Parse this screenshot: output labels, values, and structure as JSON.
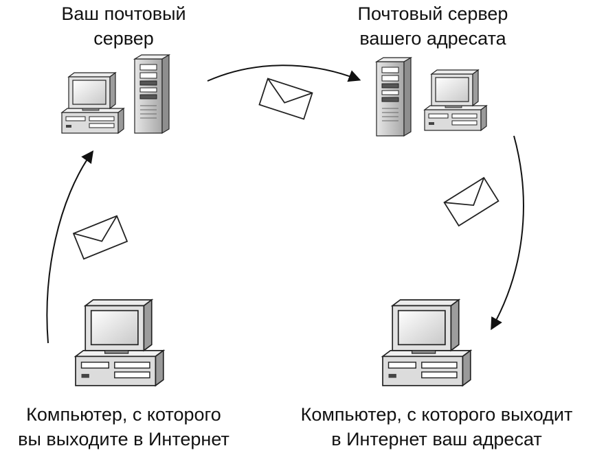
{
  "diagram": {
    "your_server_label": [
      "Ваш почтовый",
      "сервер"
    ],
    "recipient_server_label": [
      "Почтовый сервер",
      "вашего адресата"
    ],
    "your_computer_label": [
      "Компьютер, с которого",
      "вы выходите в Интернет"
    ],
    "recipient_computer_label": [
      "Компьютер, с которого выходит",
      "в Интернет ваш адресат"
    ],
    "nodes": [
      "your-server",
      "recipient-server",
      "your-computer",
      "recipient-computer"
    ],
    "flow": [
      {
        "from": "your-computer",
        "to": "your-server",
        "icon": "envelope-icon"
      },
      {
        "from": "your-server",
        "to": "recipient-server",
        "icon": "envelope-icon"
      },
      {
        "from": "recipient-server",
        "to": "recipient-computer",
        "icon": "envelope-icon"
      }
    ]
  }
}
